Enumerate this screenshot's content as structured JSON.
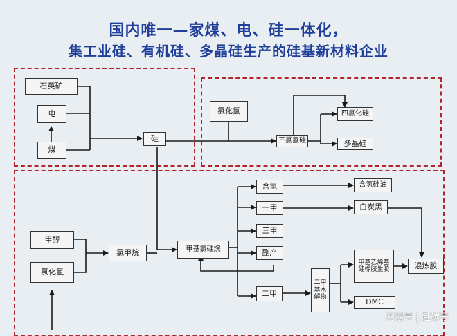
{
  "title": {
    "line1": "国内唯一—家煤、电、硅一体化，",
    "line2": "集工业硅、有机硅、多晶硅生产的硅基新材料企业"
  },
  "nodes": {
    "quartz": "石英矿",
    "power": "电",
    "coal": "煤",
    "silicon": "硅",
    "hcl": "氯化氢",
    "tcs": "三氯氢硅",
    "ptcs": "四氯化硅",
    "poly": "多晶硅",
    "methanol": "甲醇",
    "mecl": "氯化氢",
    "chloromethane": "氯甲烷",
    "mcs": "甲基氯硅烷",
    "m1": "含氢",
    "m2": "一甲",
    "m3": "三甲",
    "m4": "副产",
    "m5": "二甲",
    "p1": "含氢硅油",
    "p2": "白炭黑",
    "hydro": "二甲基水解物",
    "p3": "甲基乙烯基硅橡胶生胶",
    "p4": "DMC",
    "p5": "混炼胶"
  },
  "watermark": "网易号 | 赶碳号"
}
